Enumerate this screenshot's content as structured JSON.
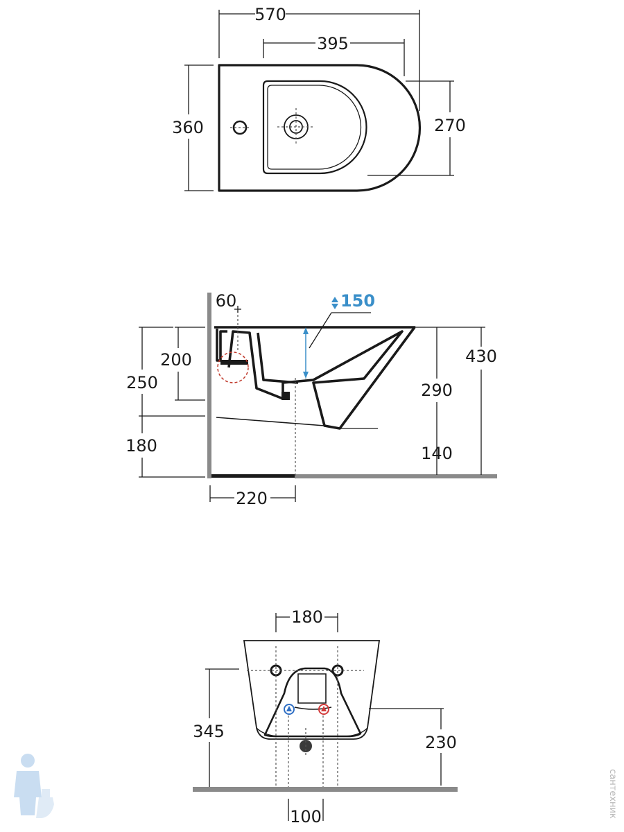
{
  "top_view": {
    "overall_length": "570",
    "bowl_length": "395",
    "overall_width": "360",
    "bowl_width": "270"
  },
  "side_view": {
    "wall_offset": "60",
    "adjust_range": "150",
    "supply_height": "200",
    "fixing_height": "250",
    "floor_to_base": "180",
    "projection_to_drain": "220",
    "rim_height": "290",
    "base_offset": "140",
    "total_height": "430"
  },
  "rear_view": {
    "bolt_spacing": "180",
    "bolt_height": "345",
    "supply_height": "230",
    "drain_spacing": "100"
  },
  "colors": {
    "line": "#1a1a1a",
    "accent_blue": "#3a8fc9",
    "cold_marker": "#2f6fc4",
    "hot_marker": "#d23a3a",
    "floor": "#8a8a8a",
    "detail_circle": "#c0392b"
  },
  "watermark": "сантехник"
}
